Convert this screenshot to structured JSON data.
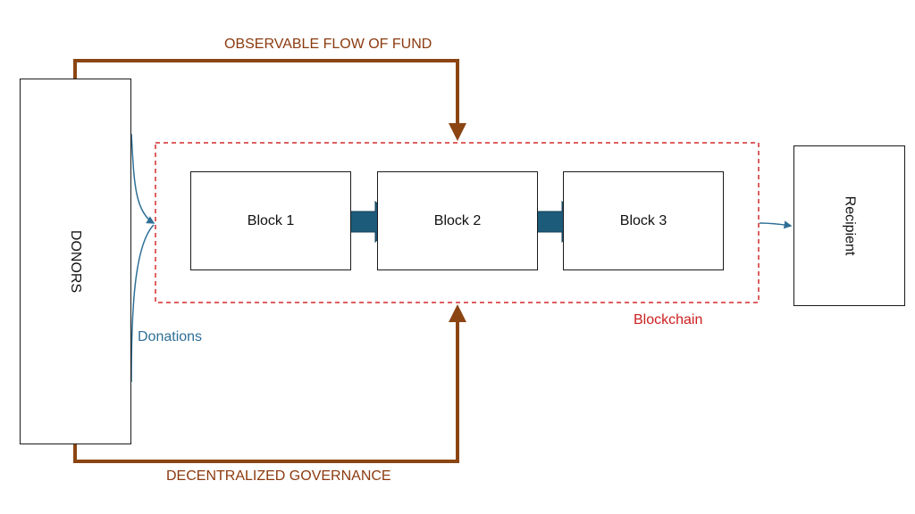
{
  "labels": {
    "observable_flow": "OBSERVABLE FLOW OF FUND",
    "decentralized_governance": "DECENTRALIZED GOVERNANCE",
    "donations": "Donations",
    "blockchain": "Blockchain"
  },
  "nodes": {
    "donors": "DONORS",
    "recipient": "Recipient",
    "blocks": [
      "Block 1",
      "Block 2",
      "Block 3"
    ]
  },
  "colors": {
    "flow_arrow": "#8b4513",
    "flow_text": "#8b3a0f",
    "block_arrow": "#1c5b7a",
    "donation_line": "#2e6f96",
    "blockchain_border": "#d42a2a",
    "blockchain_text": "#cc1f1f"
  }
}
